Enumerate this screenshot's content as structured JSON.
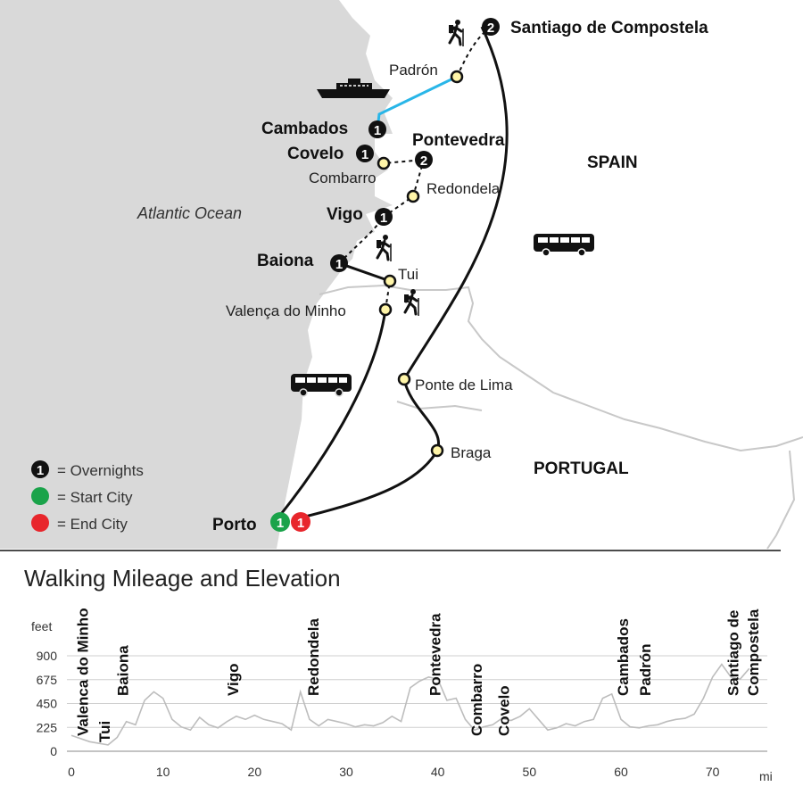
{
  "map": {
    "cities_bold": {
      "santiago": "Santiago de Compostela",
      "cambados": "Cambados",
      "covelo": "Covelo",
      "pontevedra": "Pontevedra",
      "vigo": "Vigo",
      "baiona": "Baiona",
      "porto": "Porto"
    },
    "cities": {
      "padron": "Padrón",
      "combarro": "Combarro",
      "redondela": "Redondela",
      "tui": "Tui",
      "valenca": "Valença do Minho",
      "ponte_de_lima": "Ponte de Lima",
      "braga": "Braga"
    },
    "countries": {
      "spain": "SPAIN",
      "portugal": "PORTUGAL"
    },
    "water": {
      "ocean": "Atlantic Ocean"
    },
    "overnights": {
      "santiago": "2",
      "cambados": "1",
      "covelo": "1",
      "pontevedra": "2",
      "vigo": "1",
      "baiona": "1",
      "porto_start": "1",
      "porto_end": "1"
    },
    "legend": {
      "overnights": {
        "symbol": "1",
        "text": "= Overnights",
        "color": "#111111"
      },
      "start": {
        "text": "= Start City",
        "color": "#1aa34a"
      },
      "end": {
        "text": "= End City",
        "color": "#e8262c"
      }
    },
    "colors": {
      "land_portugal_spain": "#ffffff",
      "sea": "#d9d9d9",
      "border": "#bfbfbf",
      "boat_route": "#29b6e8",
      "stop_fill": "#fff5a8",
      "start": "#1aa34a",
      "end": "#e8262c"
    },
    "icons": [
      "hiker-icon",
      "ferry-icon",
      "bus-icon"
    ]
  },
  "chart_title": "Walking Mileage and Elevation",
  "chart_data": {
    "type": "area",
    "title": "Walking Mileage and Elevation",
    "ylabel": "feet",
    "xlabel": "mi",
    "y_ticks": [
      "900",
      "675",
      "450",
      "225",
      "0"
    ],
    "x_ticks": [
      "0",
      "10",
      "20",
      "30",
      "40",
      "50",
      "60",
      "70"
    ],
    "xlim": [
      0,
      75
    ],
    "ylim": [
      0,
      900
    ],
    "grid": true,
    "elevation": {
      "x": [
        0,
        2,
        4,
        5,
        6,
        7,
        8,
        9,
        10,
        11,
        12,
        13,
        14,
        15,
        16,
        17,
        18,
        19,
        20,
        21,
        22,
        23,
        24,
        25,
        26,
        27,
        28,
        29,
        30,
        31,
        32,
        33,
        34,
        35,
        36,
        37,
        38,
        39,
        40,
        41,
        42,
        43,
        44,
        45,
        46,
        47,
        48,
        49,
        50,
        51,
        52,
        53,
        54,
        55,
        56,
        57,
        58,
        59,
        60,
        61,
        62,
        63,
        64,
        65,
        66,
        67,
        68,
        69,
        70,
        71,
        72,
        73,
        74
      ],
      "y": [
        150,
        90,
        60,
        130,
        280,
        250,
        480,
        560,
        500,
        300,
        230,
        200,
        320,
        250,
        220,
        280,
        330,
        300,
        340,
        300,
        280,
        260,
        200,
        560,
        300,
        240,
        300,
        280,
        260,
        230,
        250,
        240,
        270,
        330,
        280,
        600,
        660,
        700,
        680,
        480,
        500,
        300,
        200,
        230,
        250,
        310,
        290,
        330,
        400,
        300,
        200,
        220,
        260,
        240,
        280,
        300,
        500,
        540,
        300,
        230,
        220,
        240,
        250,
        280,
        300,
        310,
        350,
        500,
        700,
        820,
        700,
        680,
        780
      ]
    },
    "locations": [
      {
        "name": "Valenca do Minho",
        "x": 1.8
      },
      {
        "name": "Tui",
        "x": 4.2
      },
      {
        "name": "Baiona",
        "x": 6.2
      },
      {
        "name": "Vigo",
        "x": 18.2
      },
      {
        "name": "Redondela",
        "x": 27.0
      },
      {
        "name": "Pontevedra",
        "x": 40.3
      },
      {
        "name": "Combarro",
        "x": 44.8
      },
      {
        "name": "Covelo",
        "x": 47.8
      },
      {
        "name": "Cambados",
        "x": 60.8
      },
      {
        "name": "Padrón",
        "x": 63.2
      },
      {
        "name": "Santiago de",
        "x": 72.8
      },
      {
        "name": "Compostela",
        "x": 75.0
      }
    ]
  }
}
